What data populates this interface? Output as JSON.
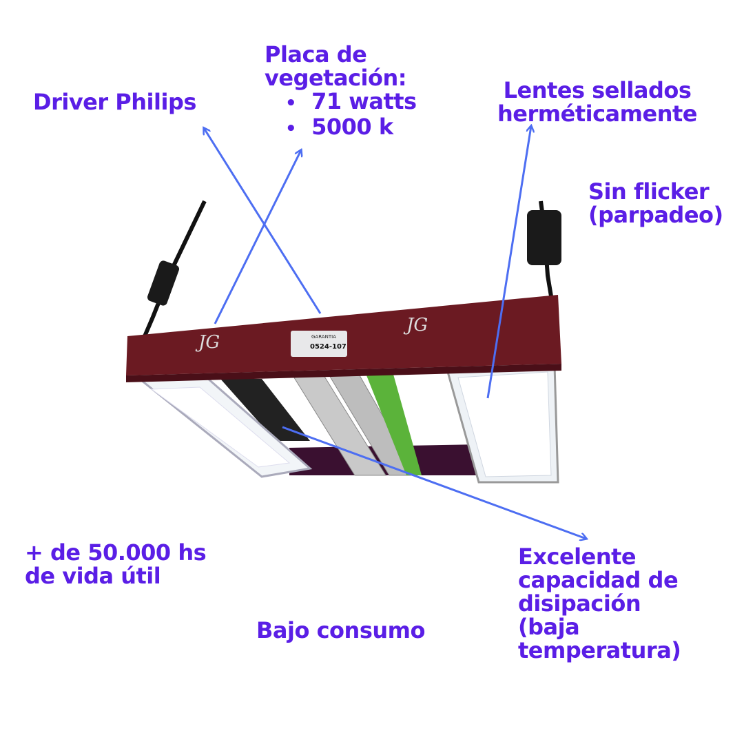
{
  "labels": {
    "driver": "Driver Philips",
    "placa_title_1": "Placa de",
    "placa_title_2": "vegetación:",
    "placa_items": [
      "71 watts",
      "5000 k"
    ],
    "lentes_1": "Lentes sellados",
    "lentes_2": "herméticamente",
    "flicker_1": "Sin flicker",
    "flicker_2": "(parpadeo)",
    "vida_1": "+ de 50.000 hs",
    "vida_2": "de vida útil",
    "consumo": "Bajo consumo",
    "disipacion": [
      "Excelente",
      "capacidad de",
      "disipación",
      "(baja",
      "temperatura)"
    ]
  },
  "product": {
    "brand_mark": "JG",
    "sticker_title": "GARANTIA",
    "sticker_code": "0524-107"
  },
  "colors": {
    "text": "#5a1ee6",
    "arrow": "#4d6ef2",
    "frame": "#6b1a22"
  }
}
